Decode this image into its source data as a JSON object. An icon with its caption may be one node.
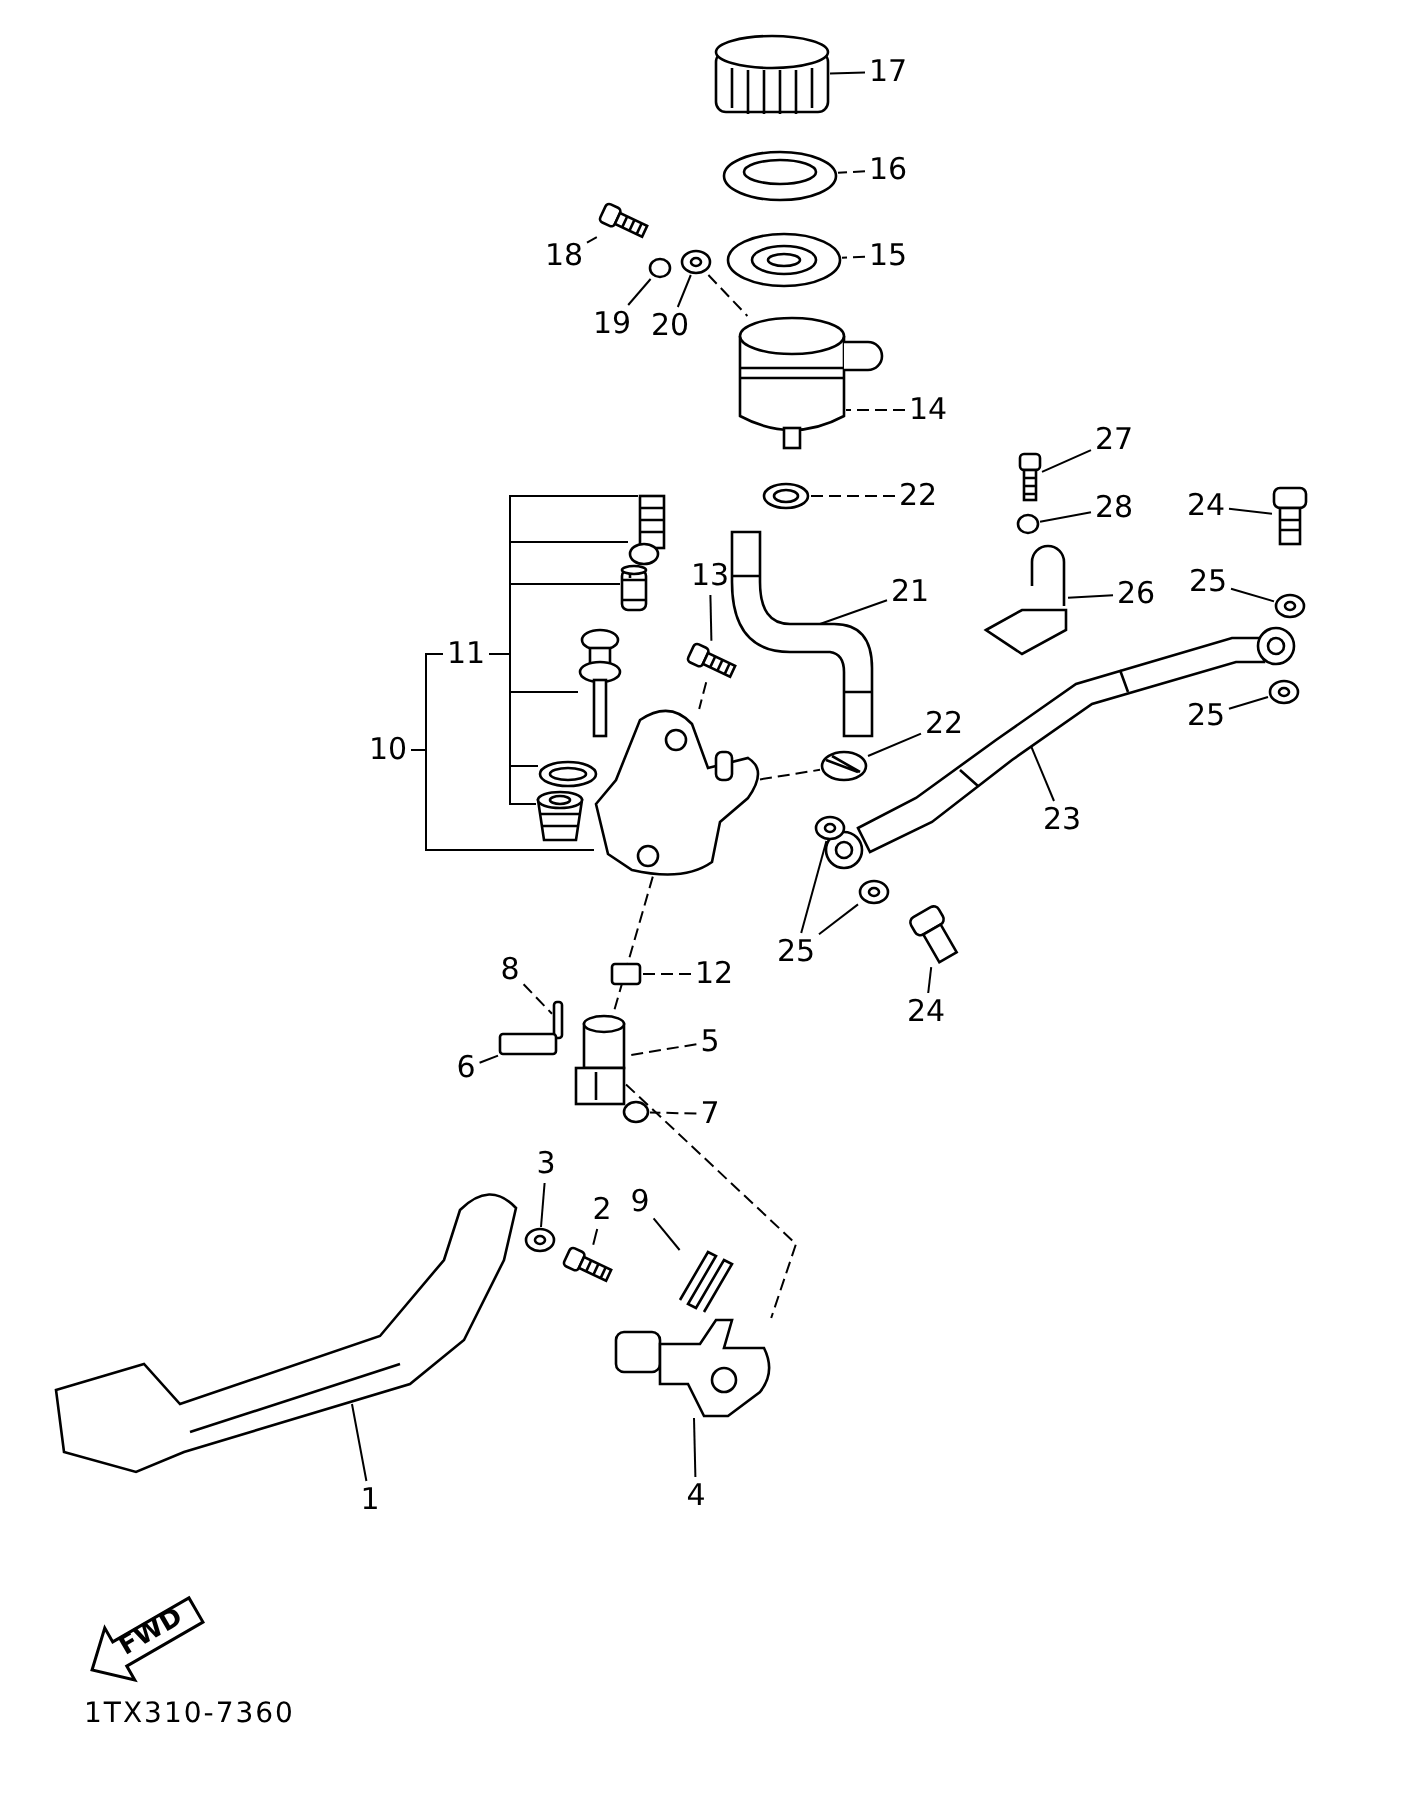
{
  "diagram": {
    "nodes": [
      {
        "text": [
          "17"
        ]
      },
      {
        "text": [],
        "shape": "picture"
      },
      {
        "text": [
          "16"
        ]
      },
      {
        "text": [],
        "shape": "picture"
      },
      {
        "text": [
          "15"
        ]
      },
      {
        "text": [],
        "shape": "picture"
      },
      {
        "text": [
          "18"
        ]
      },
      {
        "text": [],
        "shape": "picture"
      },
      {
        "text": [
          "19"
        ]
      },
      {
        "text": [],
        "shape": "circle"
      },
      {
        "text": [
          "20"
        ]
      },
      {
        "text": [],
        "shape": "picture"
      },
      {
        "text": [
          "14"
        ]
      },
      {
        "text": [],
        "shape": "picture"
      },
      {
        "text": [
          "22"
        ]
      },
      {
        "text": [],
        "shape": "picture"
      },
      {
        "text": [
          "27"
        ]
      },
      {
        "text": [],
        "shape": "picture"
      },
      {
        "text": [
          "28"
        ]
      },
      {
        "text": [],
        "shape": "circle"
      },
      {
        "text": [
          "24"
        ]
      },
      {
        "text": [],
        "shape": "picture"
      },
      {
        "text": [
          "25"
        ]
      },
      {
        "text": [],
        "shape": "picture"
      },
      {
        "text": [
          "13"
        ]
      },
      {
        "text": [],
        "shape": "picture"
      },
      {
        "text": [
          "21"
        ]
      },
      {
        "text": [],
        "shape": "picture"
      },
      {
        "text": [
          "11"
        ]
      },
      {
        "text": [],
        "shape": "picture"
      },
      {
        "text": [],
        "shape": "circle"
      },
      {
        "text": [],
        "shape": "picture"
      },
      {
        "text": [],
        "shape": "picture"
      },
      {
        "text": [],
        "shape": "picture"
      },
      {
        "text": [],
        "shape": "picture"
      },
      {
        "text": [
          "26"
        ]
      },
      {
        "text": [],
        "shape": "picture"
      },
      {
        "text": [
          "10"
        ]
      },
      {
        "text": [
          "22"
        ]
      },
      {
        "text": [],
        "shape": "picture"
      },
      {
        "text": [
          "25"
        ]
      },
      {
        "text": [],
        "shape": "picture"
      },
      {
        "text": [],
        "shape": "picture"
      },
      {
        "text": [],
        "shape": "picture"
      },
      {
        "text": [
          "23"
        ]
      },
      {
        "text": [],
        "shape": "picture"
      },
      {
        "text": [],
        "shape": "picture"
      },
      {
        "text": [
          "25"
        ]
      },
      {
        "text": [],
        "shape": "picture"
      },
      {
        "text": [
          "24"
        ]
      },
      {
        "text": [
          "12"
        ]
      },
      {
        "text": [],
        "shape": "box"
      },
      {
        "text": [
          "8"
        ]
      },
      {
        "text": [],
        "shape": "box"
      },
      {
        "text": [
          "5"
        ]
      },
      {
        "text": [],
        "shape": "picture"
      },
      {
        "text": [
          "6"
        ]
      },
      {
        "text": [],
        "shape": "box"
      },
      {
        "text": [
          "7"
        ]
      },
      {
        "text": [],
        "shape": "circle"
      },
      {
        "text": [
          "3"
        ]
      },
      {
        "text": [],
        "shape": "picture"
      },
      {
        "text": [
          "2"
        ]
      },
      {
        "text": [],
        "shape": "picture"
      },
      {
        "text": [
          "9"
        ]
      },
      {
        "text": [],
        "shape": "picture"
      },
      {
        "text": [],
        "shape": "picture"
      },
      {
        "text": [],
        "shape": "picture"
      },
      {
        "text": [
          "1"
        ]
      },
      {
        "text": [
          "4"
        ]
      },
      {
        "text": [
          "FWD"
        ]
      }
    ],
    "edges": [
      {
        "from": 0,
        "to": 1,
        "arrow": "none"
      },
      {
        "from": 2,
        "to": 3,
        "arrow": "none",
        "style": "dashed"
      },
      {
        "from": 4,
        "to": 5,
        "arrow": "none",
        "style": "dashed"
      },
      {
        "from": 6,
        "to": 7,
        "arrow": "none"
      },
      {
        "from": 8,
        "to": 9,
        "arrow": "none"
      },
      {
        "from": 10,
        "to": 11,
        "arrow": "none"
      },
      {
        "from": 12,
        "to": 13,
        "arrow": "none",
        "style": "dashed"
      },
      {
        "from": 14,
        "to": 15,
        "arrow": "none",
        "style": "dashed"
      },
      {
        "from": 16,
        "to": 17,
        "arrow": "none"
      },
      {
        "from": 18,
        "to": 19,
        "arrow": "none"
      },
      {
        "from": 20,
        "to": 21,
        "arrow": "none"
      },
      {
        "from": 22,
        "to": 23,
        "arrow": "none"
      },
      {
        "from": 24,
        "to": 25,
        "arrow": "none"
      },
      {
        "from": 26,
        "to": 27,
        "arrow": "none"
      },
      {
        "from": 28,
        "to": 29,
        "arrow": "none"
      },
      {
        "from": 28,
        "to": 30,
        "arrow": "none"
      },
      {
        "from": 28,
        "to": 31,
        "arrow": "none"
      },
      {
        "from": 28,
        "to": 32,
        "arrow": "none"
      },
      {
        "from": 28,
        "to": 33,
        "arrow": "none"
      },
      {
        "from": 28,
        "to": 34,
        "arrow": "none"
      },
      {
        "from": 35,
        "to": 36,
        "arrow": "none"
      },
      {
        "from": 37,
        "to": 28,
        "arrow": "none"
      },
      {
        "from": 37,
        "to": 42,
        "arrow": "none"
      },
      {
        "from": 38,
        "to": 39,
        "arrow": "none"
      },
      {
        "from": 40,
        "to": 41,
        "arrow": "none"
      },
      {
        "from": 44,
        "to": 43,
        "arrow": "none"
      },
      {
        "from": 47,
        "to": 45,
        "arrow": "none"
      },
      {
        "from": 47,
        "to": 46,
        "arrow": "none"
      },
      {
        "from": 49,
        "to": 48,
        "arrow": "none"
      },
      {
        "from": 50,
        "to": 51,
        "arrow": "none",
        "style": "dashed"
      },
      {
        "from": 52,
        "to": 53,
        "arrow": "none",
        "style": "dashed"
      },
      {
        "from": 54,
        "to": 55,
        "arrow": "none",
        "style": "dashed"
      },
      {
        "from": 56,
        "to": 57,
        "arrow": "none"
      },
      {
        "from": 58,
        "to": 59,
        "arrow": "none",
        "style": "dashed"
      },
      {
        "from": 60,
        "to": 61,
        "arrow": "none"
      },
      {
        "from": 62,
        "to": 63,
        "arrow": "none"
      },
      {
        "from": 64,
        "to": 65,
        "arrow": "none"
      },
      {
        "from": 68,
        "to": 67,
        "arrow": "none"
      },
      {
        "from": 69,
        "to": 66,
        "arrow": "none"
      },
      {
        "from": 11,
        "to": 13,
        "arrow": "none",
        "style": "dashed"
      },
      {
        "from": 25,
        "to": 42,
        "arrow": "none",
        "style": "dashed"
      },
      {
        "from": 42,
        "to": 39,
        "arrow": "none",
        "style": "dashed"
      },
      {
        "from": 42,
        "to": 55,
        "arrow": "none",
        "style": "dashed"
      },
      {
        "from": 55,
        "to": 66,
        "arrow": "none",
        "style": "dashed"
      }
    ],
    "labels": [
      "1TX310-7360"
    ]
  }
}
